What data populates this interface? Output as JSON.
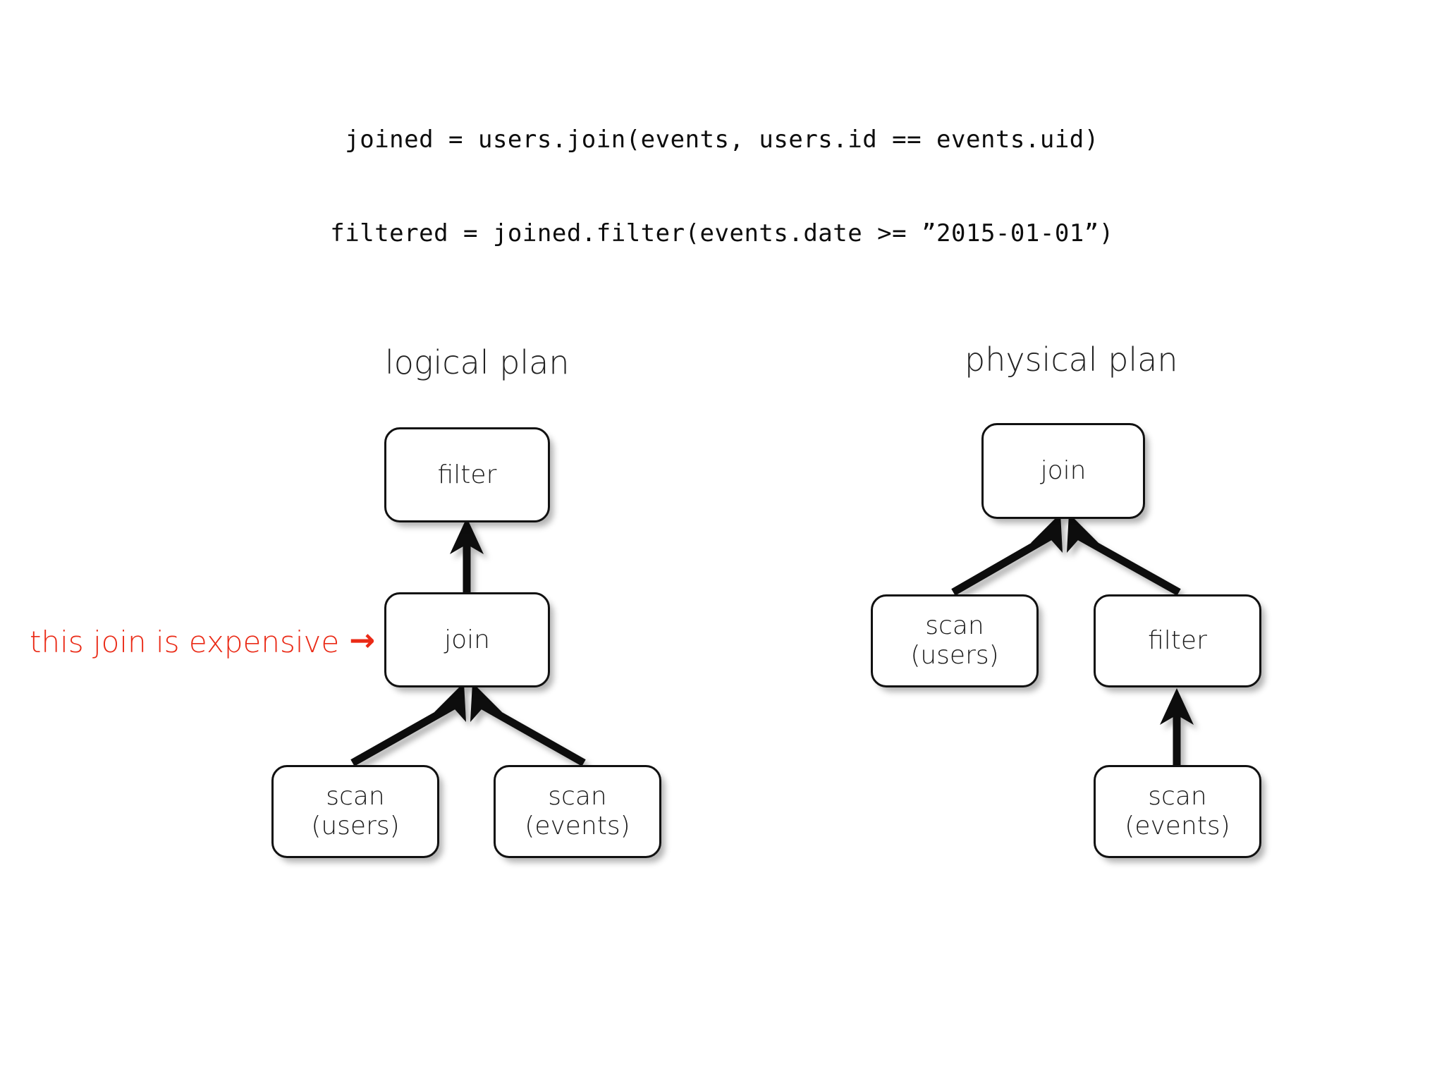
{
  "code": {
    "lines": [
      "joined = users.join(events, users.id == events.uid)",
      "filtered = joined.filter(events.date >= ”2015-01-01”)"
    ],
    "line1": "joined = users.join(events, users.id == events.uid)",
    "line2": "filtered = joined.filter(events.date >= ”2015-01-01”)"
  },
  "titles": {
    "logical": "logical plan",
    "physical": "physical plan"
  },
  "annotation": {
    "text": "this join is expensive",
    "arrow": "→",
    "color": "#ea2a16"
  },
  "colors": {
    "background": "#ffffff",
    "node_border": "#111111",
    "node_fill": "#ffffff",
    "text": "#1b1b1b",
    "edge": "#0b0b0b",
    "annotation_red": "#ea2a16"
  },
  "diagram_data": {
    "type": "diagram",
    "plans": [
      {
        "id": "logical",
        "title": "logical plan",
        "nodes": [
          {
            "id": "logical-filter",
            "label": "filter",
            "sublabel": "",
            "level": 0
          },
          {
            "id": "logical-join",
            "label": "join",
            "sublabel": "",
            "level": 1
          },
          {
            "id": "logical-scan-users",
            "label": "scan",
            "sublabel": "(users)",
            "level": 2
          },
          {
            "id": "logical-scan-events",
            "label": "scan",
            "sublabel": "(events)",
            "level": 2
          }
        ],
        "edges": [
          {
            "from": "logical-join",
            "to": "logical-filter"
          },
          {
            "from": "logical-scan-users",
            "to": "logical-join"
          },
          {
            "from": "logical-scan-events",
            "to": "logical-join"
          }
        ]
      },
      {
        "id": "physical",
        "title": "physical plan",
        "nodes": [
          {
            "id": "physical-join",
            "label": "join",
            "sublabel": "",
            "level": 0
          },
          {
            "id": "physical-scan-users",
            "label": "scan",
            "sublabel": "(users)",
            "level": 1
          },
          {
            "id": "physical-filter",
            "label": "filter",
            "sublabel": "",
            "level": 1
          },
          {
            "id": "physical-scan-events",
            "label": "scan",
            "sublabel": "(events)",
            "level": 2
          }
        ],
        "edges": [
          {
            "from": "physical-scan-users",
            "to": "physical-join"
          },
          {
            "from": "physical-filter",
            "to": "physical-join"
          },
          {
            "from": "physical-scan-events",
            "to": "physical-filter"
          }
        ]
      }
    ],
    "annotations": [
      {
        "text": "this join is expensive →",
        "target": "logical-join",
        "color": "#ea2a16"
      }
    ]
  },
  "nodes": {
    "logical_filter": {
      "label": "filter"
    },
    "logical_join": {
      "label": "join"
    },
    "logical_scan_users": {
      "label": "scan",
      "sub": "(users)"
    },
    "logical_scan_events": {
      "label": "scan",
      "sub": "(events)"
    },
    "physical_join": {
      "label": "join"
    },
    "physical_scan_users": {
      "label": "scan",
      "sub": "(users)"
    },
    "physical_filter": {
      "label": "filter"
    },
    "physical_scan_events": {
      "label": "scan",
      "sub": "(events)"
    }
  }
}
